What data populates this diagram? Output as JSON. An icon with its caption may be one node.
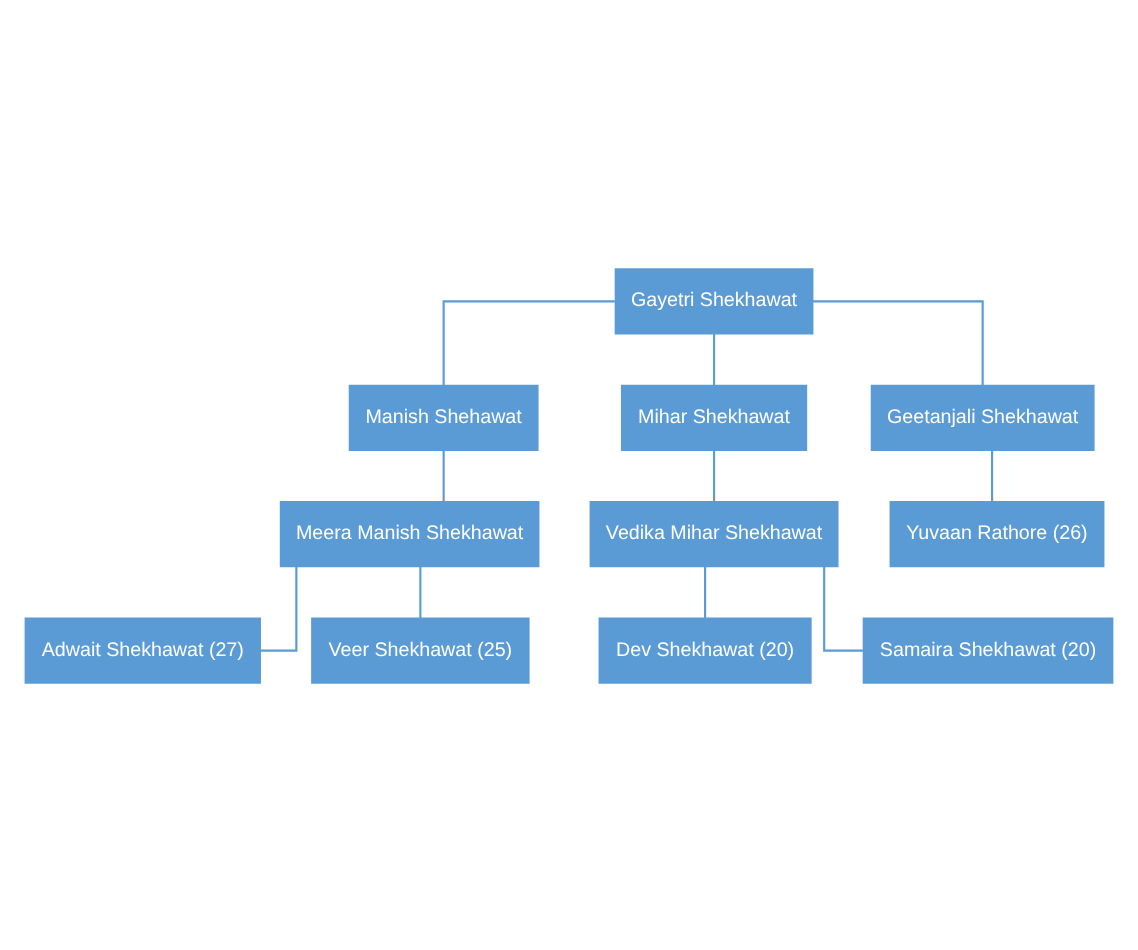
{
  "diagram": {
    "nodes": [
      {
        "text": [
          "Gayetri Shekhawat"
        ]
      },
      {
        "text": [
          "Manish Shehawat"
        ]
      },
      {
        "text": [
          "Mihar Shekhawat"
        ]
      },
      {
        "text": [
          "Meera Manish Shekhawat"
        ]
      },
      {
        "text": [
          "Vedika Mihar Shekhawat"
        ]
      },
      {
        "text": [
          "Adwait Shekhawat (27)"
        ]
      },
      {
        "text": [
          "Veer Shekhawat (25)"
        ]
      },
      {
        "text": [
          "Dev Shekhawat (20)"
        ]
      },
      {
        "text": [
          "Samaira Shekhawat (20)"
        ]
      },
      {
        "text": [
          "Geetanjali Shekhawat"
        ]
      },
      {
        "text": [
          "Yuvaan Rathore (26)"
        ]
      }
    ],
    "edges": [
      {
        "from": 0,
        "to": 1,
        "arrow": "none"
      },
      {
        "from": 0,
        "to": 2,
        "arrow": "none"
      },
      {
        "from": 1,
        "to": 3,
        "arrow": "none"
      },
      {
        "from": 2,
        "to": 4,
        "arrow": "none"
      },
      {
        "from": 3,
        "to": 5,
        "arrow": "none"
      },
      {
        "from": 3,
        "to": 6,
        "arrow": "none"
      },
      {
        "from": 4,
        "to": 7,
        "arrow": "none"
      },
      {
        "from": 4,
        "to": 8,
        "arrow": "none"
      },
      {
        "from": 0,
        "to": 9,
        "arrow": "none"
      },
      {
        "from": 9,
        "to": 10,
        "arrow": "none"
      }
    ]
  }
}
